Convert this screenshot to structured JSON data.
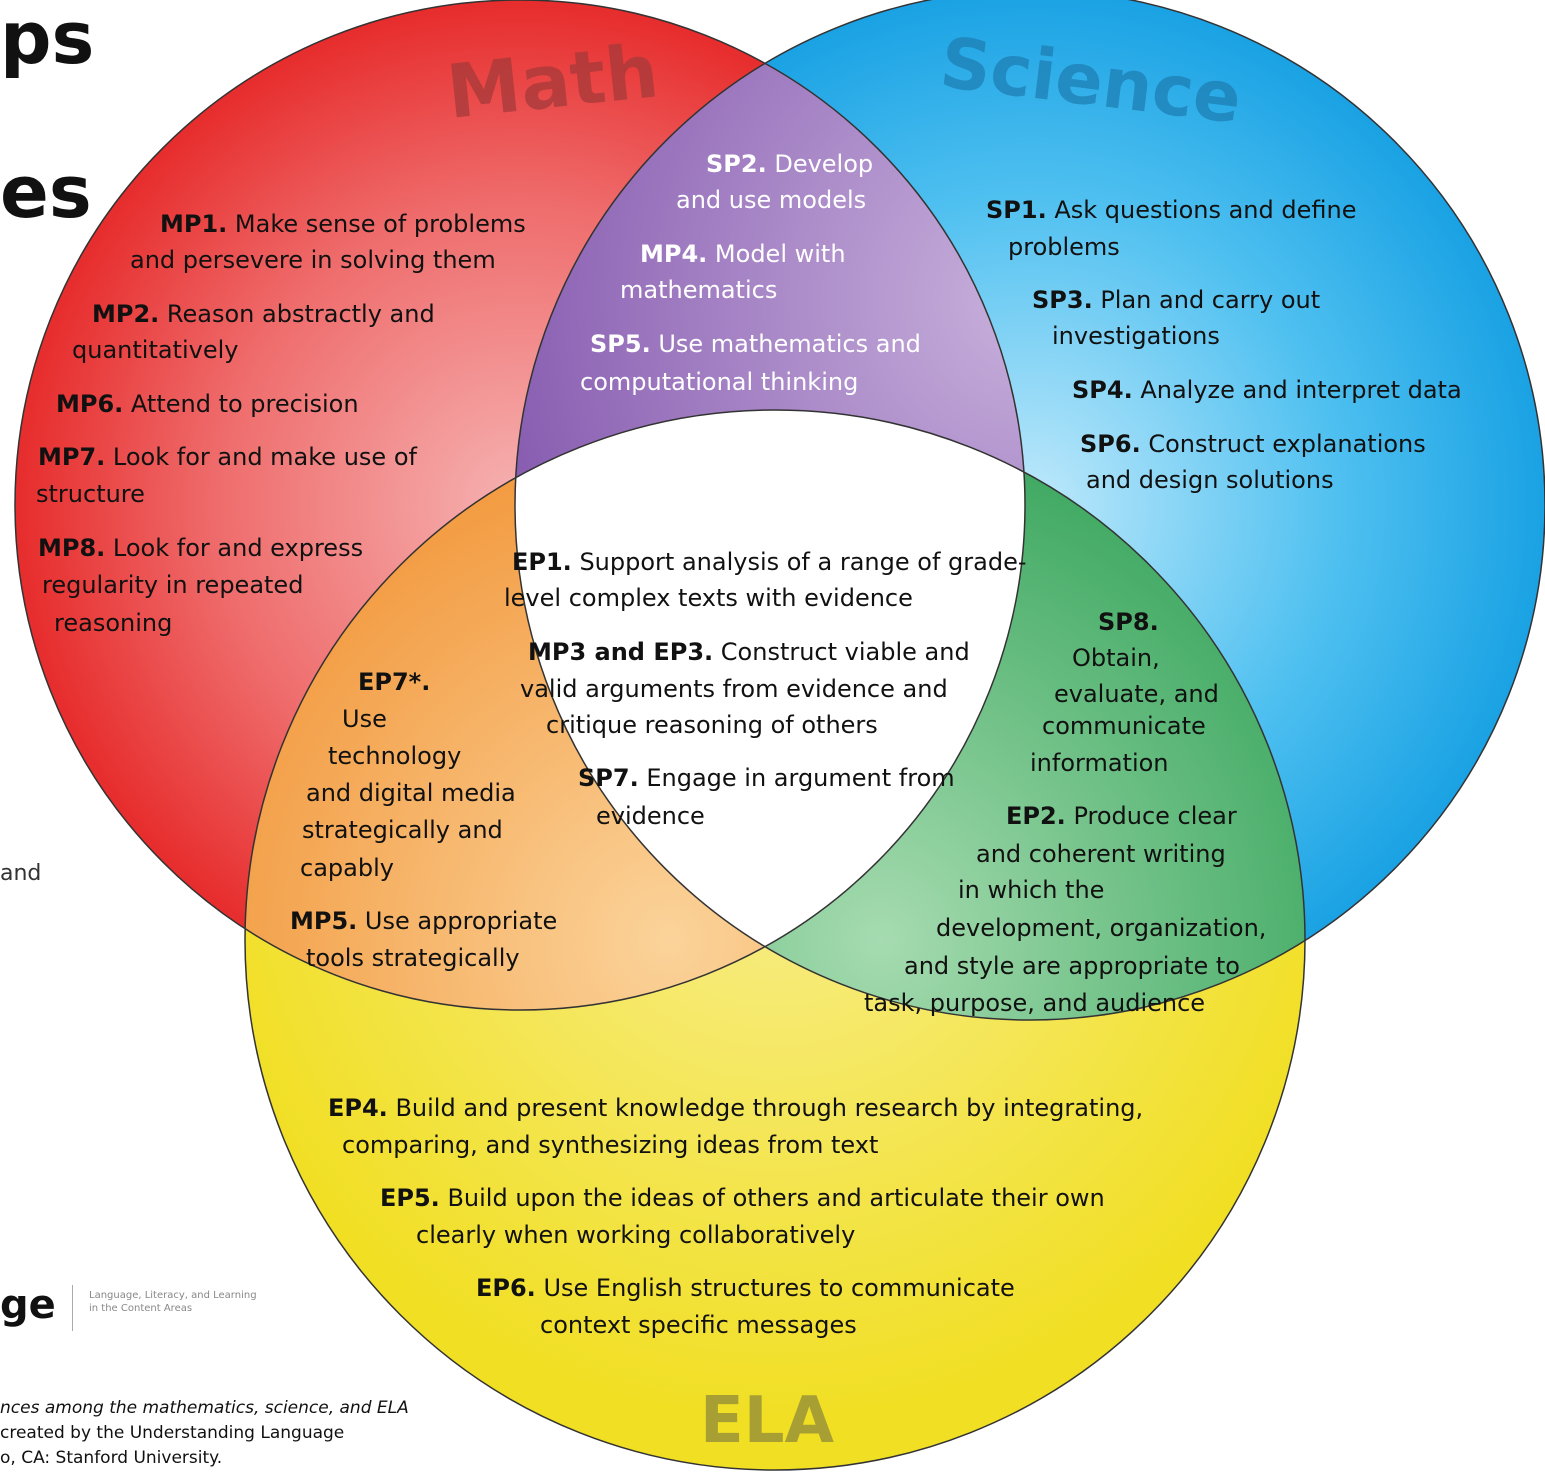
{
  "background_fragments": {
    "title_line1": "ps",
    "title_line2": "es",
    "side_word": "and",
    "logo_word": "ge",
    "logo_tagline_1": "Language, Literacy, and Learning",
    "logo_tagline_2": "in the Content Areas",
    "citation_1": "nces among the mathematics, science, and ELA",
    "citation_2": "created by the Understanding Language",
    "citation_3": "o, CA: Stanford University."
  },
  "circles": {
    "math": {
      "label": "Math",
      "color": "#ee2b30"
    },
    "science": {
      "label": "Science",
      "color": "#1aa6e6"
    },
    "ela": {
      "label": "ELA",
      "color": "#f4e22c"
    }
  },
  "regions": {
    "math": [
      {
        "code": "MP1.",
        "lines": [
          " Make sense of problems",
          "and persevere in solving them"
        ]
      },
      {
        "code": "MP2.",
        "lines": [
          " Reason abstractly and",
          "quantitatively"
        ]
      },
      {
        "code": "MP6.",
        "lines": [
          " Attend to precision"
        ]
      },
      {
        "code": "MP7.",
        "lines": [
          " Look for and make use of",
          "structure"
        ]
      },
      {
        "code": "MP8.",
        "lines": [
          " Look for and express",
          "regularity in repeated",
          "reasoning"
        ]
      }
    ],
    "math_science": [
      {
        "code": "SP2.",
        "lines": [
          " Develop",
          "and use models"
        ]
      },
      {
        "code": "MP4.",
        "lines": [
          " Model with",
          "mathematics"
        ]
      },
      {
        "code": "SP5.",
        "lines": [
          " Use mathematics and",
          "computational thinking"
        ]
      }
    ],
    "science": [
      {
        "code": "SP1.",
        "lines": [
          " Ask questions and define",
          "problems"
        ]
      },
      {
        "code": "SP3.",
        "lines": [
          " Plan and carry out",
          "investigations"
        ]
      },
      {
        "code": "SP4.",
        "lines": [
          " Analyze and interpret data"
        ]
      },
      {
        "code": "SP6.",
        "lines": [
          " Construct explanations",
          "and design solutions"
        ]
      }
    ],
    "center": [
      {
        "code": "EP1.",
        "lines": [
          " Support analysis of a range of grade-",
          "level complex texts with evidence"
        ]
      },
      {
        "code": "MP3 and EP3.",
        "lines": [
          " Construct viable and",
          "valid arguments from evidence and",
          "critique reasoning of others"
        ]
      },
      {
        "code": "SP7.",
        "lines": [
          " Engage in argument from",
          "evidence"
        ]
      }
    ],
    "math_ela": [
      {
        "code": "EP7*.",
        "lines": [
          "Use",
          "technology",
          "and digital media",
          "strategically and",
          "capably"
        ]
      },
      {
        "code": "MP5.",
        "lines": [
          " Use appropriate",
          "tools strategically"
        ]
      }
    ],
    "science_ela": [
      {
        "code": "SP8.",
        "lines": [
          "Obtain,",
          "evaluate, and",
          "communicate",
          "information"
        ]
      },
      {
        "code": "EP2.",
        "lines": [
          " Produce clear",
          "and coherent writing",
          "in which the",
          "development, organization,",
          "and style are appropriate to",
          "task, purpose, and audience"
        ]
      }
    ],
    "ela": [
      {
        "code": "EP4.",
        "lines": [
          " Build and present knowledge through research by integrating,",
          "comparing, and synthesizing ideas from text"
        ]
      },
      {
        "code": "EP5.",
        "lines": [
          " Build upon the ideas of others and articulate their own",
          "clearly when working collaboratively"
        ]
      },
      {
        "code": "EP6.",
        "lines": [
          " Use English structures to communicate",
          "context specific messages"
        ]
      }
    ]
  }
}
